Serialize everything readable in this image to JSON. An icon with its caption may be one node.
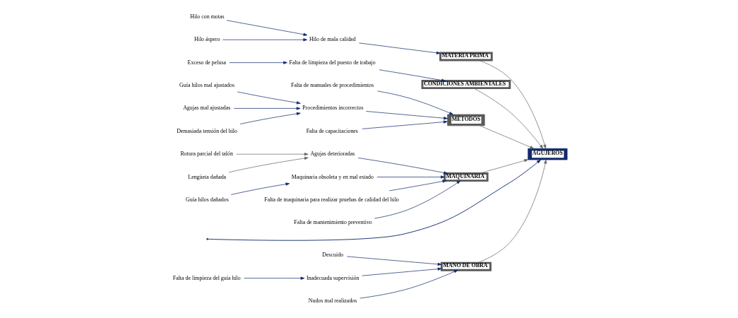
{
  "diagram": {
    "nodes": [
      {
        "text": [
          "MANO DE OBRA"
        ]
      },
      {
        "text": [
          "MATERIA PRIMA"
        ]
      },
      {
        "text": [
          "CONDICIONES AMBIENTALES"
        ]
      },
      {
        "text": [
          "AGUJEROS"
        ]
      },
      {
        "text": [
          "MÉTODOS"
        ]
      },
      {
        "text": [
          "MAQUINARIA"
        ]
      },
      {
        "text": [
          "Falta de limpieza del guía hilo"
        ]
      },
      {
        "text": [
          "Descuido"
        ]
      },
      {
        "text": [
          "Inadecuada supervisión"
        ]
      },
      {
        "text": [
          "Nudos mal realizados"
        ]
      },
      {
        "text": [
          "Hilo con motas"
        ]
      },
      {
        "text": [
          "Hilo de mala calidad"
        ]
      },
      {
        "text": [
          "Hilo áspero"
        ]
      },
      {
        "text": [
          "Exceso de pelusa"
        ]
      },
      {
        "text": [
          "Falta de limpieza del puesto de trabajo"
        ]
      },
      {
        "text": [
          "Guía hilos mal ajustados"
        ]
      },
      {
        "text": [
          "Falta de manuales de procedimientos"
        ]
      },
      {
        "text": [
          "Rotura parcial del talón"
        ]
      },
      {
        "text": [
          "Agujas mal ajustadas"
        ]
      },
      {
        "text": [
          "Procedimientos incorrectos"
        ]
      },
      {
        "text": [
          "Agujas deterioradas"
        ]
      },
      {
        "text": [
          "Guía hilos dañados"
        ]
      },
      {
        "text": [
          "Maquinaria obsoleta y en mal estado"
        ]
      },
      {
        "text": [
          "Lengüeta dañada"
        ]
      },
      {
        "text": [
          "Demasiada tensión del hilo"
        ]
      },
      {
        "text": [
          "Falta de maquinaria para realizar pruebas de calidad del hilo"
        ]
      },
      {
        "text": [
          "Falta de mantenimiento preventivo"
        ]
      },
      {
        "text": [
          "Falta de capacitaciones"
        ]
      }
    ],
    "edges": [
      {
        "from": null,
        "to": 3,
        "arrow": "to"
      },
      {
        "from": 0,
        "to": 3,
        "arrow": "to",
        "color": "#666666"
      },
      {
        "from": 1,
        "to": 3,
        "arrow": "to",
        "color": "#666666"
      },
      {
        "from": 2,
        "to": 3,
        "arrow": "to",
        "color": "#666666"
      },
      {
        "from": 4,
        "to": 3,
        "arrow": "to",
        "color": "#666666"
      },
      {
        "from": 5,
        "to": 3,
        "arrow": "to",
        "color": "#666666"
      },
      {
        "from": 7,
        "to": 0,
        "arrow": "to"
      },
      {
        "from": 8,
        "to": 0,
        "arrow": "to"
      },
      {
        "from": 9,
        "to": 0,
        "arrow": "to"
      },
      {
        "from": 6,
        "to": 8,
        "arrow": "to"
      },
      {
        "from": 11,
        "to": 1,
        "arrow": "to"
      },
      {
        "from": 10,
        "to": 11,
        "arrow": "to"
      },
      {
        "from": 12,
        "to": 11,
        "arrow": "to"
      },
      {
        "from": 14,
        "to": 2,
        "arrow": "to"
      },
      {
        "from": 13,
        "to": 14,
        "arrow": "to"
      },
      {
        "from": 16,
        "to": 4,
        "arrow": "to"
      },
      {
        "from": 19,
        "to": 4,
        "arrow": "to"
      },
      {
        "from": 27,
        "to": 4,
        "arrow": "to"
      },
      {
        "from": 15,
        "to": 19,
        "arrow": "to"
      },
      {
        "from": 18,
        "to": 19,
        "arrow": "to"
      },
      {
        "from": 24,
        "to": 19,
        "arrow": "to"
      },
      {
        "from": 20,
        "to": 5,
        "arrow": "to"
      },
      {
        "from": 22,
        "to": 5,
        "arrow": "to"
      },
      {
        "from": 26,
        "to": 5,
        "arrow": "to"
      },
      {
        "from": 25,
        "to": 5,
        "arrow": "to"
      },
      {
        "from": 17,
        "to": 20,
        "arrow": "to",
        "color": "#666666"
      },
      {
        "from": 23,
        "to": 20,
        "arrow": "to",
        "color": "#666666"
      },
      {
        "from": 21,
        "to": 22,
        "arrow": "to"
      }
    ]
  }
}
